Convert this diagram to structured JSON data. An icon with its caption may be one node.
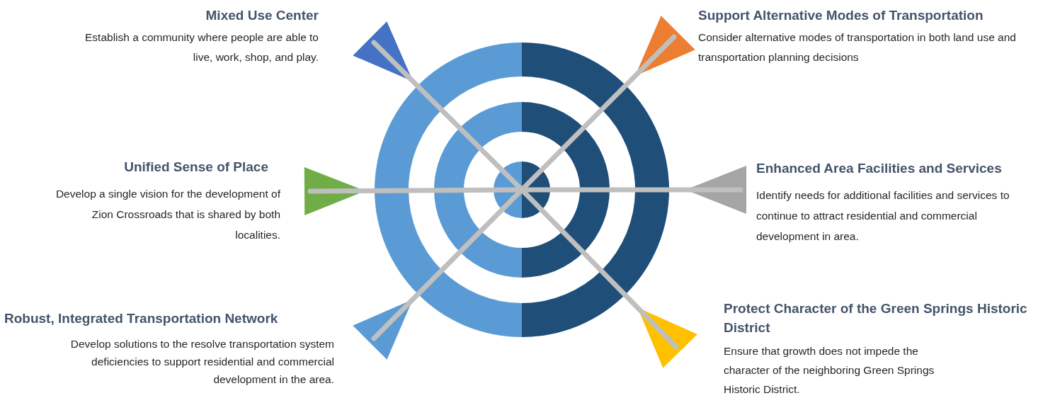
{
  "diagram": {
    "nodes": [
      {
        "text": [
          "Mixed Use Center",
          "Establish a community where people are able to live, work, shop, and play."
        ]
      },
      {
        "text": [
          "Support Alternative Modes of Transportation",
          "Consider alternative modes of transportation in both land use and transportation planning decisions"
        ]
      },
      {
        "text": [
          "Unified Sense of Place",
          "Develop a single vision for the development of Zion Crossroads that is shared by both localities."
        ]
      },
      {
        "text": [
          "Enhanced Area Facilities and Services",
          "Identify needs for additional facilities and services to continue to attract residential and commercial development in area."
        ]
      },
      {
        "text": [
          "Robust, Integrated Transportation Network",
          "Develop solutions to the resolve transportation system deficiencies to support residential and commercial development in the area."
        ]
      },
      {
        "text": [
          "Protect Character of the Green Springs Historic District",
          "Ensure that growth does not impede the character of the neighboring Green Springs Historic District."
        ]
      }
    ]
  }
}
